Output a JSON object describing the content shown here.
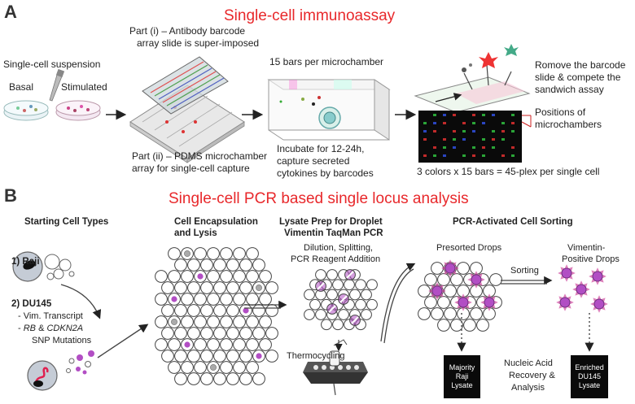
{
  "panel_a": {
    "letter": "A",
    "title": "Single-cell immunoassay",
    "suspension_label": "Single-cell suspension",
    "basal": "Basal",
    "stimulated": "Stimulated",
    "part_i_line1": "Part (i) – Antibody barcode",
    "part_i_line2": "array slide is super-imposed",
    "part_ii_line1": "Part (ii) – PDMS microchamber",
    "part_ii_line2": "array for single-cell capture",
    "bars_label": "15 bars per microchamber",
    "incubate_line1": "Incubate for 12-24h,",
    "incubate_line2": "capture secreted",
    "incubate_line3": "cytokines by barcodes",
    "remove_line1": "Romove the barcode",
    "remove_line2": "slide & compete the",
    "remove_line3": "sandwich assay",
    "positions_line1": "Positions of",
    "positions_line2": "microchambers",
    "plex_label": "3 colors x 15 bars = 45-plex per single cell"
  },
  "panel_b": {
    "letter": "B",
    "title": "Single-cell PCR based single locus analysis",
    "col1_header": "Starting Cell Types",
    "col2_header_line1": "Cell Encapsulation",
    "col2_header_line2": "and Lysis",
    "col3_header_line1": "Lysate Prep for Droplet",
    "col3_header_line2": "Vimentin TaqMan PCR",
    "col4_header": "PCR-Activated Cell Sorting",
    "raji": "1) Raji",
    "du145": "2) DU145",
    "vim_transcript": "- Vim. Transcript",
    "rb_prefix": "- ",
    "rb_gene": "RB",
    "rb_and": " & ",
    "cdkn2a_gene": "CDKN2A",
    "snp_mutations": "SNP Mutations",
    "dilution_line1": "Dilution, Splitting,",
    "dilution_line2": "PCR Reagent Addition",
    "thermocycling": "Thermocycling",
    "presorted_drops": "Presorted Drops",
    "sorting": "Sorting",
    "vimentin_line1": "Vimentin-",
    "vimentin_line2": "Positive Drops",
    "majority_line1": "Majority",
    "majority_line2": "Raji",
    "majority_line3": "Lysate",
    "nucleic_line1": "Nucleic Acid",
    "nucleic_line2": "Recovery &",
    "nucleic_line3": "Analysis",
    "enriched_line1": "Enriched",
    "enriched_line2": "DU145",
    "enriched_line3": "Lysate"
  },
  "colors": {
    "title_red": "#e8282b",
    "drop_purple": "#b24ec4",
    "burst_pink": "#d04aa0"
  }
}
